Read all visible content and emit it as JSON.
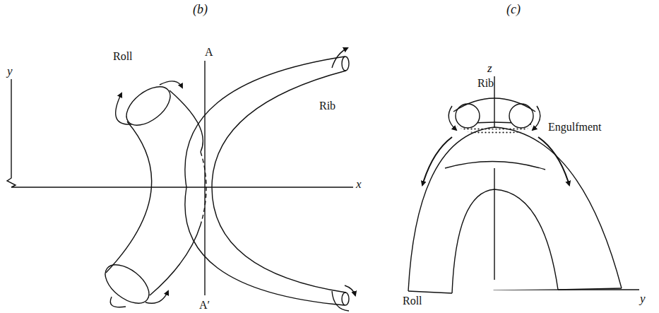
{
  "diagram": {
    "labels": [
      "(b)",
      "(c)",
      "y",
      "Roll",
      "A",
      "Rib",
      "x",
      "A′",
      "z",
      "Rib",
      "Engulfment",
      "Roll",
      "y"
    ]
  }
}
